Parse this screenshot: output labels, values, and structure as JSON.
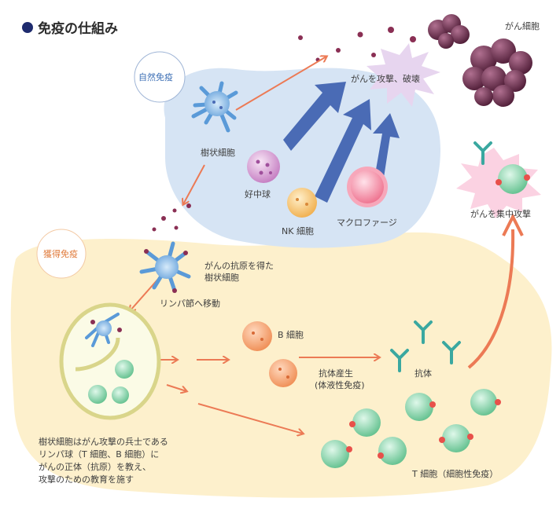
{
  "title": "免疫の仕組み",
  "sections": {
    "innate": "自然免疫",
    "acquired": "獲得免疫"
  },
  "labels": {
    "dendritic_cell": "樹状細胞",
    "neutrophil": "好中球",
    "nk_cell": "NK 細胞",
    "macrophage": "マクロファージ",
    "cancer_attack": "がんを攻撃、破壊",
    "cancer_cell": "がん細胞",
    "focused_attack": "がんを集中攻撃",
    "antigen_dendritic": [
      "がんの抗原を得た",
      "樹状細胞"
    ],
    "lymph_move": "リンパ節へ移動",
    "b_cell": "B 細胞",
    "antibody_production": [
      "抗体産生",
      "(体液性免疫)"
    ],
    "antibody": "抗体",
    "t_cell": "T 細胞（細胞性免疫）",
    "explanation": [
      "樹状細胞はがん攻撃の兵士である",
      "リンパ球（T 細胞、B 細胞）に",
      "がんの正体（抗原）を教え、",
      "攻撃のための教育を施す"
    ]
  },
  "colors": {
    "innate_bg": "#d6e4f4",
    "acquired_bg": "#fdf0cc",
    "arrow_orange": "#ec7a55",
    "arrow_blue": "#4a6bb5",
    "innate_text": "#3d6fb5",
    "acquired_text": "#e07a3a",
    "cancer": "#6e2f4e"
  }
}
